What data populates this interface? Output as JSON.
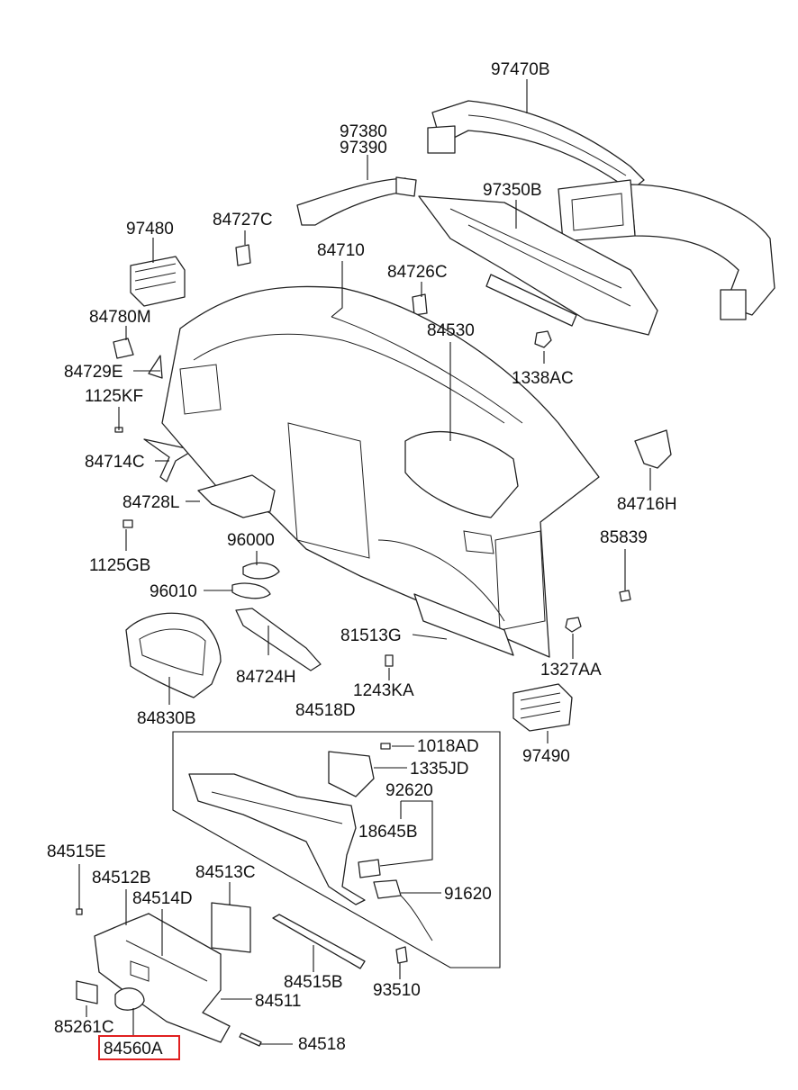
{
  "diagram": {
    "highlight_color": "#e02020",
    "labels": {
      "p97470B": "97470B",
      "p97380": "97380",
      "p97390": "97390",
      "p97350B": "97350B",
      "p97480": "97480",
      "p84727C": "84727C",
      "p84710": "84710",
      "p84726C": "84726C",
      "p84530": "84530",
      "p1338AC": "1338AC",
      "p84780M": "84780M",
      "p84729E": "84729E",
      "p1125KF": "1125KF",
      "p84714C": "84714C",
      "p84716H": "84716H",
      "p84728L": "84728L",
      "p1125GB": "1125GB",
      "p96000": "96000",
      "p96010": "96010",
      "p85839": "85839",
      "p81513G": "81513G",
      "p1327AA": "1327AA",
      "p84724H": "84724H",
      "p1243KA": "1243KA",
      "p84830B": "84830B",
      "p84518D": "84518D",
      "p97490": "97490",
      "p1018AD": "1018AD",
      "p1335JD": "1335JD",
      "p92620": "92620",
      "p18645B": "18645B",
      "p91620": "91620",
      "p84515E": "84515E",
      "p84512B": "84512B",
      "p84513C": "84513C",
      "p84514D": "84514D",
      "p84515B": "84515B",
      "p93510": "93510",
      "p84511": "84511",
      "p85261C": "85261C",
      "p84560A": "84560A",
      "p84518": "84518"
    }
  }
}
